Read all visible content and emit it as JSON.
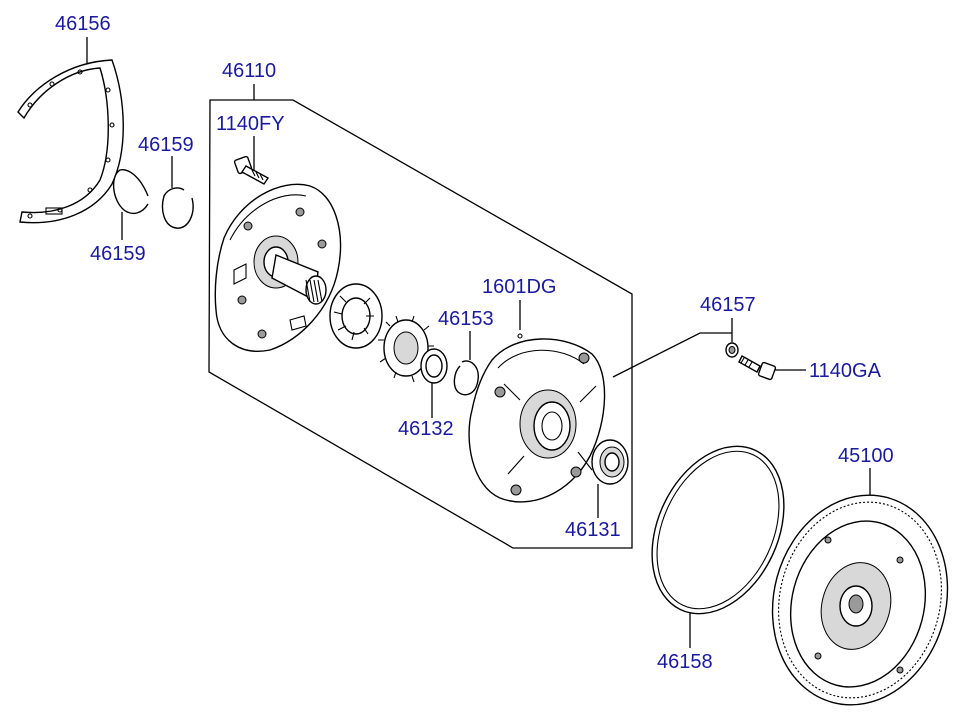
{
  "labels": {
    "p46156": "46156",
    "p46110": "46110",
    "p1140FY": "1140FY",
    "p46159_top": "46159",
    "p46159_bottom": "46159",
    "p1601DG": "1601DG",
    "p46153": "46153",
    "p46157": "46157",
    "p1140GA": "1140GA",
    "p46132": "46132",
    "p46131": "46131",
    "p45100": "45100",
    "p46158": "46158"
  },
  "colors": {
    "label_text": "#1a1aa0",
    "line": "#000000",
    "background": "#ffffff"
  }
}
